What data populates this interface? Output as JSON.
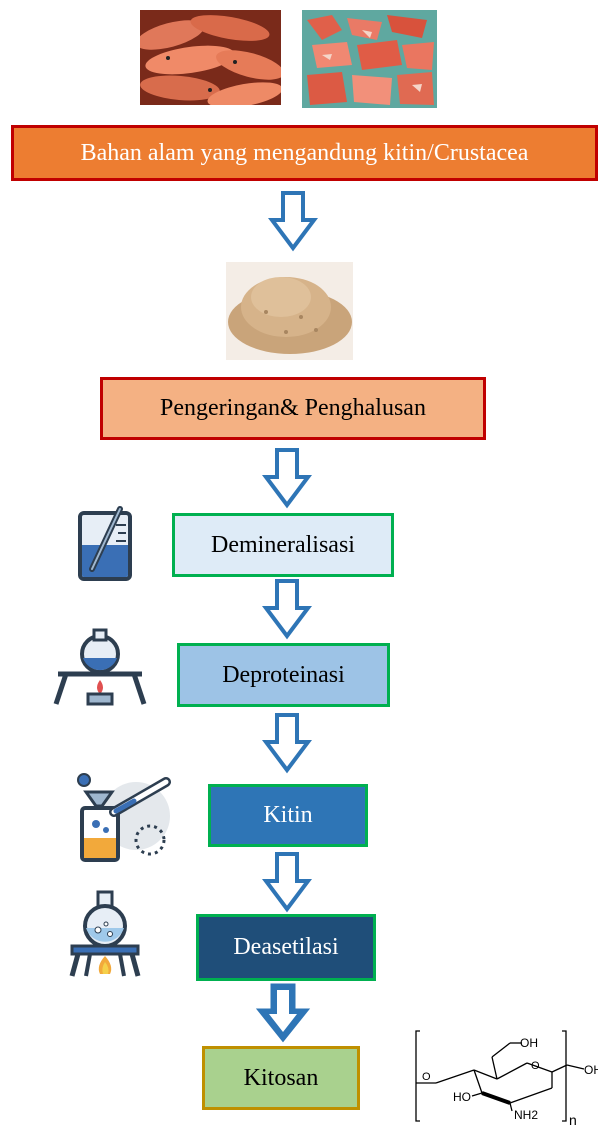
{
  "steps": [
    {
      "label": "Bahan alam yang mengandung kitin/Crustacea"
    },
    {
      "label": "Pengeringan& Penghalusan"
    },
    {
      "label": "Demineralisasi"
    },
    {
      "label": "Deproteinasi"
    },
    {
      "label": "Kitin"
    },
    {
      "label": "Deasetilasi"
    },
    {
      "label": "Kitosan"
    }
  ],
  "structure": {
    "oh_top": "OH",
    "oh_right": "OH",
    "ho_left": "HO",
    "nh2": "NH2",
    "repeat": "n"
  },
  "colors": {
    "arrow_border": "#2e75b6",
    "box_red_border": "#c00000",
    "box_green_border": "#00b050",
    "box_gold_border": "#bf9000"
  }
}
